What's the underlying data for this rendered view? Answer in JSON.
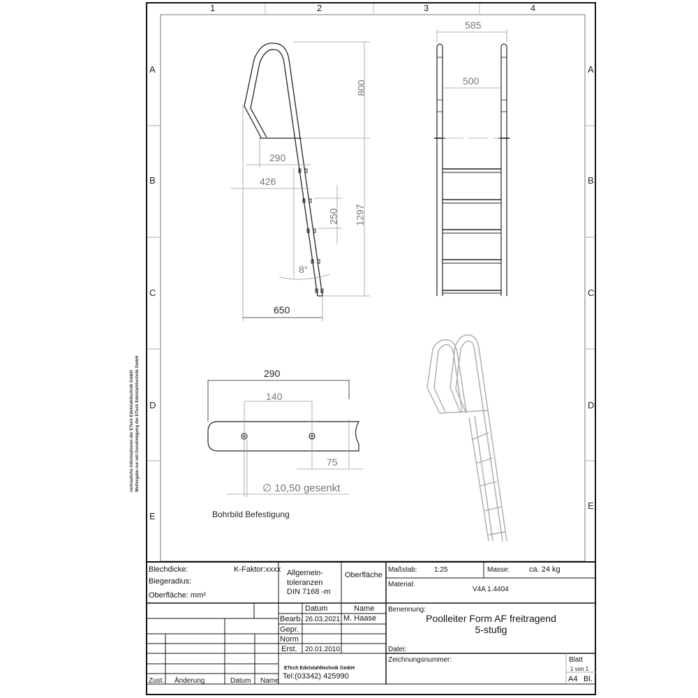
{
  "frame": {
    "columns": [
      "1",
      "2",
      "3",
      "4"
    ],
    "rows": [
      "A",
      "B",
      "C",
      "D",
      "E"
    ]
  },
  "side_note": {
    "line1": "vertrauliche Informationen der ETech Edelstahltechnik GmbH",
    "line2": "Weitergabe nur mit Genehmigung der ETech Edelstahltechnik GmbH"
  },
  "side_view": {
    "dim_height_top": "800",
    "dim_height_bottom": "1297",
    "dim_step": "250",
    "dim_width_290": "290",
    "dim_width_426": "426",
    "dim_width_650": "650",
    "angle": "8°"
  },
  "front_view": {
    "dim_outer": "585",
    "dim_inner": "500",
    "steps": 5
  },
  "bracket_view": {
    "dim_total": "290",
    "dim_holes": "140",
    "dim_edge": "75",
    "hole_spec": "∅ 10,50 gesenkt",
    "caption": "Bohrbild Befestigung"
  },
  "title_block": {
    "blechdicke": "Blechdicke:",
    "k_faktor": "K-Faktor:xxxx",
    "biegeradius": "Biegeradius:",
    "oberflaeche_mm": "Oberfläche:  mm²",
    "tolerances": [
      "Allgemein-",
      "toleranzen",
      "DIN 7168 -m"
    ],
    "oberflaeche": "Oberfläche",
    "massstab_label": "Maßstab:",
    "massstab_value": "1:25",
    "masse_label": "Masse:",
    "masse_value": "ca. 24 kg",
    "material_label": "Material:",
    "material_value": "V4A 1.4404",
    "col_datum": "Datum",
    "col_name": "Name",
    "rows": [
      {
        "label": "Bearb.",
        "datum": "26.03.2021",
        "name": "M. Haase"
      },
      {
        "label": "Gepr.",
        "datum": "",
        "name": ""
      },
      {
        "label": "Norm",
        "datum": "",
        "name": ""
      },
      {
        "label": "Erst.",
        "datum": "20.01.2010",
        "name": ""
      }
    ],
    "benennung_label": "Benennung:",
    "benennung_line1": "Poolleiter Form AF freitragend",
    "benennung_line2": "5-stufig",
    "datei_label": "Datei:",
    "zeichnungsnummer_label": "Zeichnungsnummer:",
    "company": "ETech Edelstahltechnik GmbH",
    "phone": "Tel:(03342) 425990",
    "blatt_label": "Blatt",
    "blatt_value": "1 von 1",
    "format": "A4",
    "bl": "Bl.",
    "revision_headers": {
      "zust": "Zust.",
      "aenderung": "Änderung",
      "datum": "Datum",
      "name": "Name"
    }
  }
}
